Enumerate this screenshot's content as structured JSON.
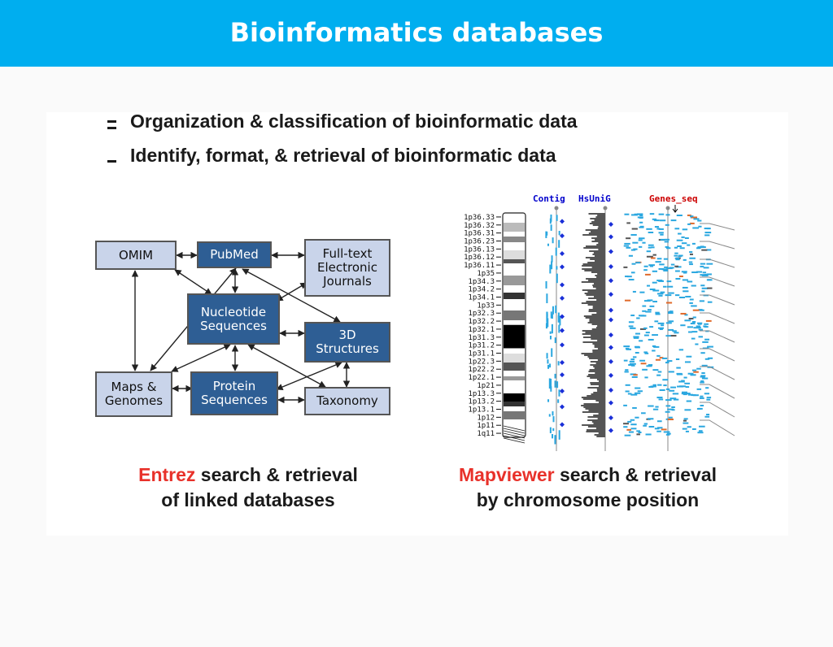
{
  "slide": {
    "title": "Bioinformatics databases",
    "bullets": [
      "Organization & classification of bioinformatic data",
      "Identify, format, & retrieval of bioinformatic data"
    ]
  },
  "entrez": {
    "nodes": {
      "omim": "OMIM",
      "pubmed": "PubMed",
      "fulltext": "Full-text Electronic Journals",
      "nucleotide": "Nucleotide Sequences",
      "structures3d": "3D Structures",
      "maps": "Maps & Genomes",
      "protein": "Protein Sequences",
      "taxonomy": "Taxonomy"
    },
    "caption_highlight": "Entrez",
    "caption_rest_1": " search & retrieval",
    "caption_line_2": "of linked databases"
  },
  "mapviewer": {
    "tracks": {
      "contig": "Contig",
      "hsunig": "HsUniG",
      "genes": "Genes_seq"
    },
    "bands": [
      "1p36.33",
      "1p36.32",
      "1p36.31",
      "1p36.23",
      "1p36.13",
      "1p36.12",
      "1p36.11",
      "1p35",
      "1p34.3",
      "1p34.2",
      "1p34.1",
      "1p33",
      "1p32.3",
      "1p32.2",
      "1p32.1",
      "1p31.3",
      "1p31.2",
      "1p31.1",
      "1p22.3",
      "1p22.2",
      "1p22.1",
      "1p21",
      "1p13.3",
      "1p13.2",
      "1p13.1",
      "1p12",
      "1p11",
      "1q11"
    ],
    "caption_highlight": "Mapviewer",
    "caption_rest_1": " search & retrieval",
    "caption_line_2": "by chromosome position",
    "colors": {
      "contig": "#0000cc",
      "genes": "#cc0000",
      "gene_bar": "#2aa7e0",
      "diamond": "#1a2fd8"
    }
  }
}
